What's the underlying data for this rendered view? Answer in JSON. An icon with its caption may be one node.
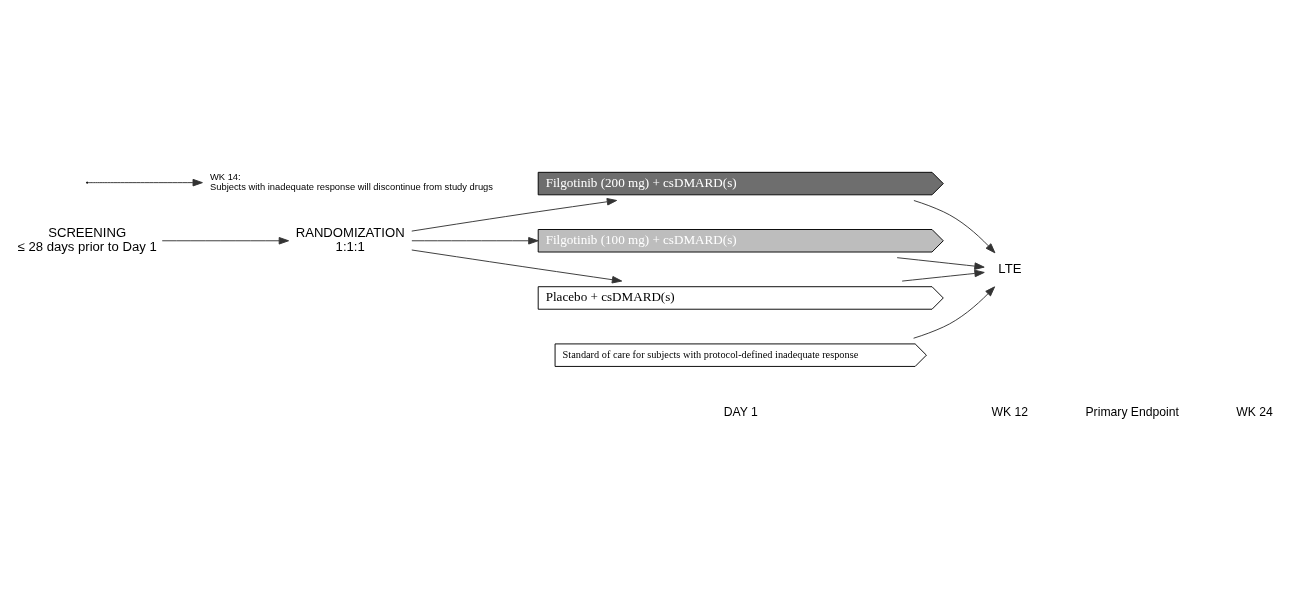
{
  "diagram": {
    "nodes": [
      {
        "text": [
          "SCREENING",
          "≤ 28 days prior to Day 1"
        ]
      },
      {
        "text": [
          "RANDOMIZATION",
          "1:1:1"
        ]
      },
      {
        "text": [
          "Filgotinib (200 mg) + csDMARD(s)"
        ]
      },
      {
        "text": [
          "Filgotinib (100 mg) + csDMARD(s)"
        ]
      },
      {
        "text": [
          "Placebo + csDMARD(s)"
        ]
      },
      {
        "text": [
          "Standard of care for subjects with protocol-defined inadequate response"
        ]
      },
      {
        "text": [
          "LTE"
        ]
      },
      {
        "text": [
          "WK 14:",
          "Subjects with inadequate response will discontinue from study drugs"
        ]
      }
    ],
    "edges": [
      {
        "from": 0,
        "to": 1,
        "arrow": "to"
      },
      {
        "from": 1,
        "to": 2,
        "arrow": "to"
      },
      {
        "from": 1,
        "to": 3,
        "arrow": "to"
      },
      {
        "from": 1,
        "to": 4,
        "arrow": "to"
      },
      {
        "from": 2,
        "to": 6,
        "arrow": "to"
      },
      {
        "from": 3,
        "to": 6,
        "arrow": "to"
      },
      {
        "from": 4,
        "to": 6,
        "arrow": "to"
      },
      {
        "from": 5,
        "to": 6,
        "arrow": "to"
      },
      {
        "from": null,
        "to": 7,
        "arrow": "to"
      }
    ],
    "labels": [
      "DAY 1",
      "WK 12",
      "Primary Endpoint",
      "WK 24"
    ]
  }
}
